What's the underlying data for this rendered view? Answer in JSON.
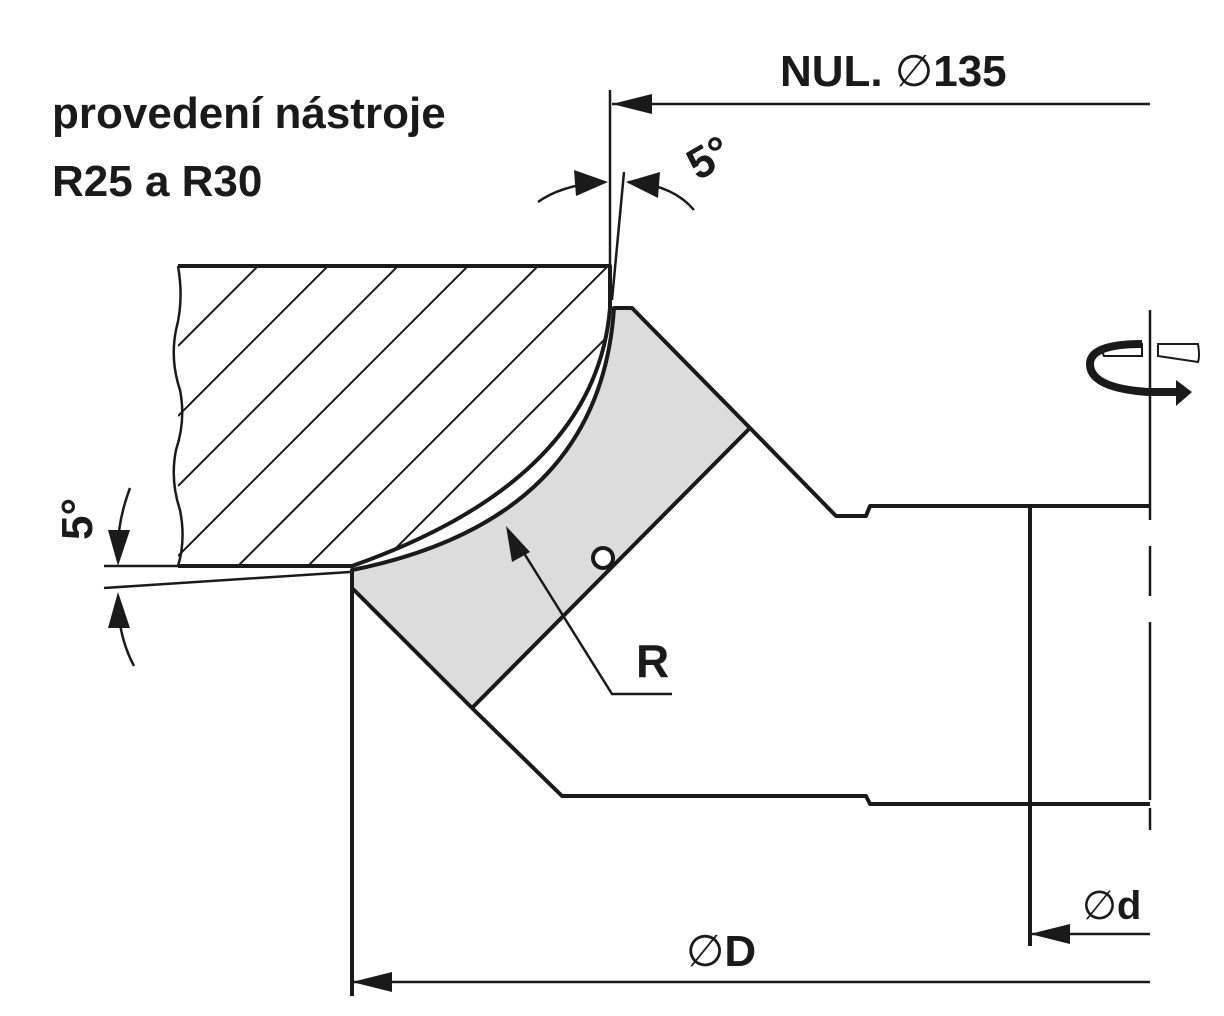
{
  "title": {
    "line1": "provedení nástroje",
    "line2": "R25 a R30"
  },
  "dimensions": {
    "zero_prefix": "NUL.",
    "zero_symbol": "∅",
    "zero_value": "135",
    "angle_top": "5°",
    "angle_left": "5°",
    "radius": "R",
    "inner_symbol": "∅",
    "inner_value": "d",
    "outer_symbol": "∅",
    "outer_value": "D"
  },
  "colors": {
    "line": "#1a1a1a",
    "tool_fill": "#dcdcdc",
    "background": "#ffffff"
  }
}
